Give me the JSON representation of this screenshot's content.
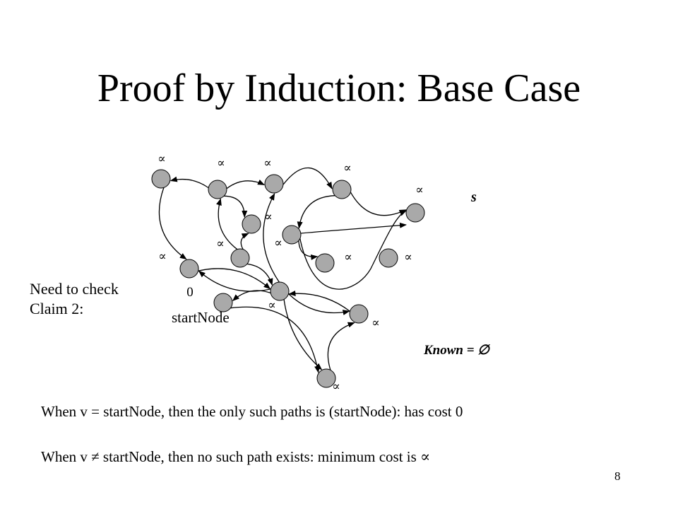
{
  "slide": {
    "title": "Proof by Induction: Base Case",
    "note_lines": [
      "Need to check",
      "Claim 2:"
    ],
    "known_label": "Known = ∅",
    "s_label": "s",
    "statements": [
      "When v = startNode, then the only such paths is (startNode): has cost 0",
      "When v ≠ startNode, then no such path exists: minimum cost is ∝"
    ],
    "page_number": "8"
  },
  "graph": {
    "node_fill": "#a9a9a9",
    "start_label": "startNode",
    "nodes": [
      {
        "id": "n1",
        "cost": "∝"
      },
      {
        "id": "n2",
        "cost": "∝"
      },
      {
        "id": "n3",
        "cost": "∝"
      },
      {
        "id": "n4",
        "cost": "∝"
      },
      {
        "id": "n5",
        "cost": "∝"
      },
      {
        "id": "n6",
        "cost": "∝"
      },
      {
        "id": "n7",
        "cost": "∝"
      },
      {
        "id": "n8",
        "cost": "∝"
      },
      {
        "id": "n9",
        "cost": "∝"
      },
      {
        "id": "n10",
        "cost": "∝"
      },
      {
        "id": "n11",
        "cost": "∝"
      },
      {
        "id": "n12",
        "cost": "∝"
      },
      {
        "id": "start",
        "cost": "0"
      },
      {
        "id": "n14",
        "cost": "∝"
      },
      {
        "id": "n15",
        "cost": "∝"
      },
      {
        "id": "n16",
        "cost": "∝"
      }
    ],
    "edges": [
      {
        "from": "n2",
        "to": "n1"
      },
      {
        "from": "n2",
        "to": "n3"
      },
      {
        "from": "n2",
        "to": "n5"
      },
      {
        "from": "n3",
        "to": "n4"
      },
      {
        "from": "n1",
        "to": "n8"
      },
      {
        "from": "n9",
        "to": "n2"
      },
      {
        "from": "n9",
        "to": "n5"
      },
      {
        "from": "n9",
        "to": "n12"
      },
      {
        "from": "n8",
        "to": "n12"
      },
      {
        "from": "n12",
        "to": "n8"
      },
      {
        "from": "n12",
        "to": "start"
      },
      {
        "from": "n12",
        "to": "n3"
      },
      {
        "from": "n12",
        "to": "n14"
      },
      {
        "from": "n12",
        "to": "n15"
      },
      {
        "from": "n4",
        "to": "n7"
      },
      {
        "from": "n4",
        "to": "n6"
      },
      {
        "from": "n6",
        "to": "n10"
      },
      {
        "from": "n6",
        "to": "n11"
      },
      {
        "from": "n11",
        "to": "n7"
      },
      {
        "from": "n14",
        "to": "n12"
      },
      {
        "from": "n15",
        "to": "n14"
      },
      {
        "from": "start",
        "to": "n15"
      }
    ]
  }
}
